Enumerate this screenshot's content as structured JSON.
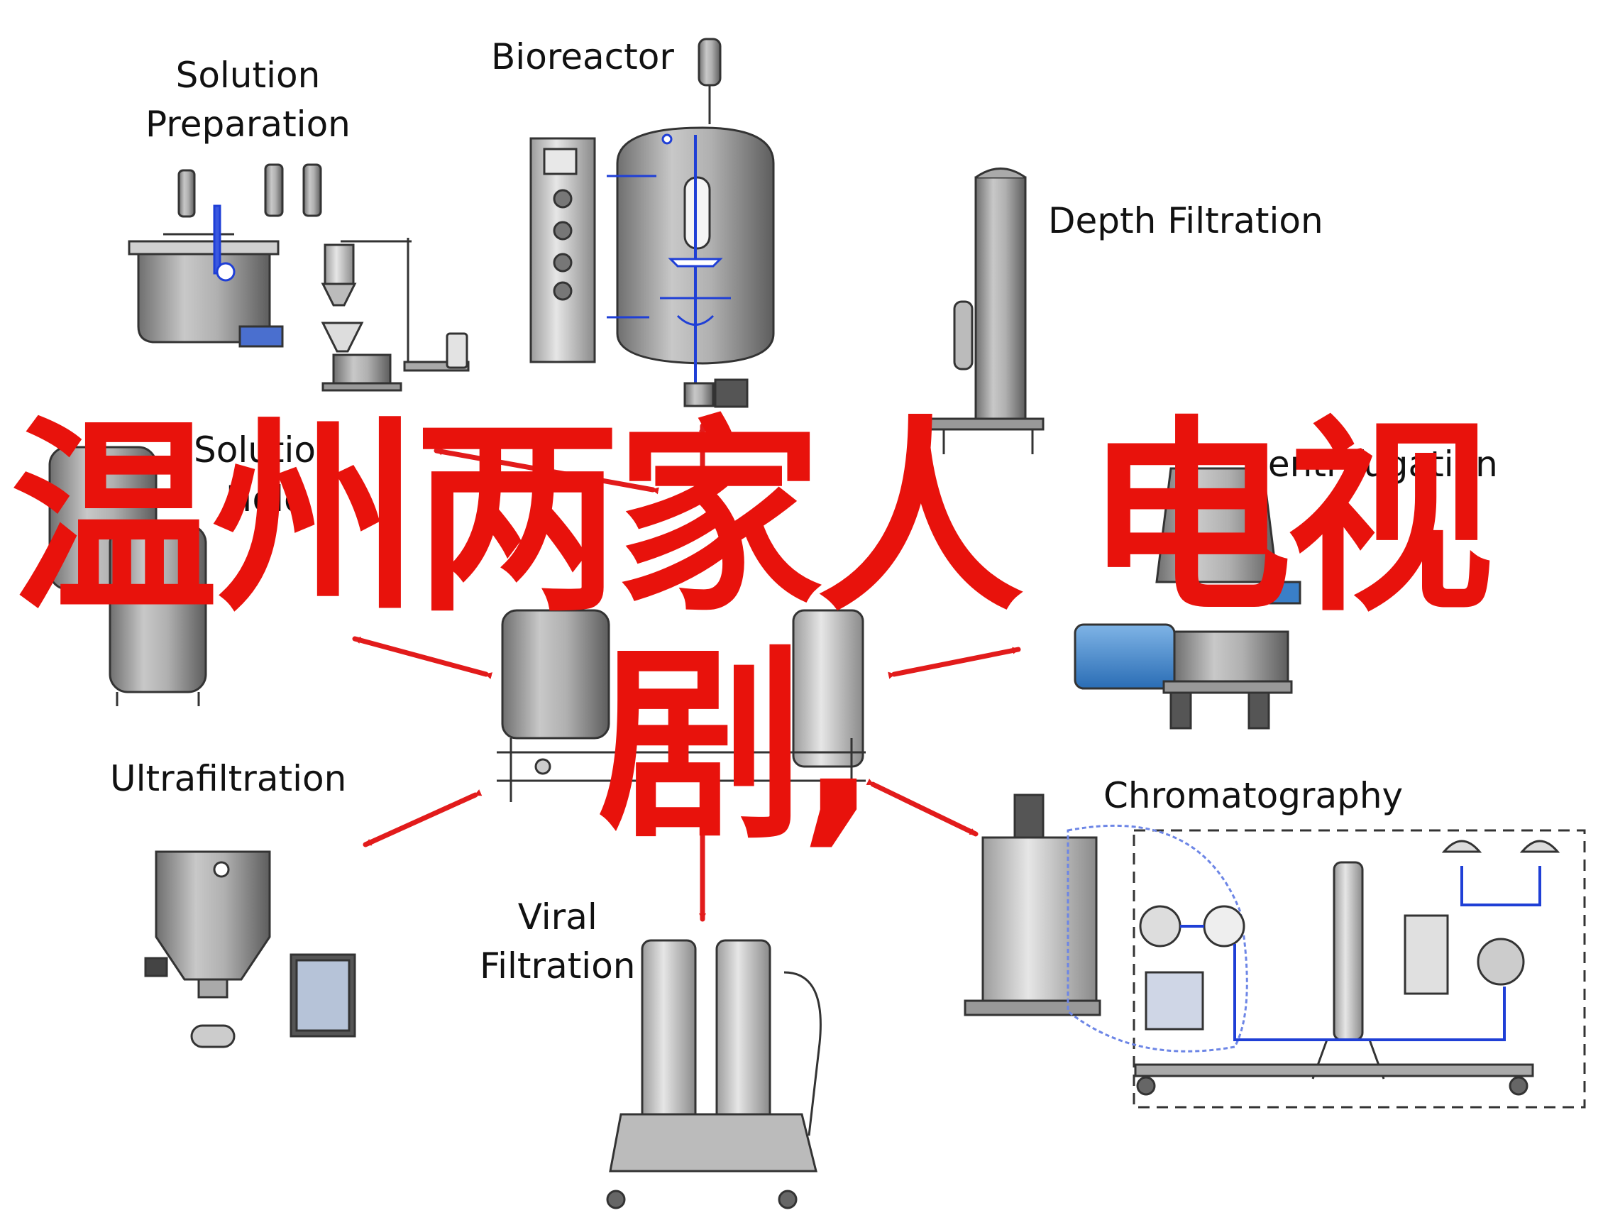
{
  "labels": {
    "solution_prep": "Solution\nPreparation",
    "bioreactor": "Bioreactor",
    "depth_filtration": "Depth Filtration",
    "solution_hold": "Solution\nHold",
    "centrifugation": "Centrifugation",
    "ultrafiltration": "Ultrafiltration",
    "chromatography": "Chromatography",
    "viral_filtration": "Viral\nFiltration"
  },
  "overlay": {
    "line1": "温州两家人 电视",
    "line2": "剧,"
  },
  "colors": {
    "arrow": "#e21b1b",
    "overlay_text": "#e8120c",
    "equipment_stroke": "#333333",
    "equipment_fill": "#9a9a9a",
    "pipe_blue": "#1f3fd6",
    "motor_blue": "#3a7fc8"
  }
}
